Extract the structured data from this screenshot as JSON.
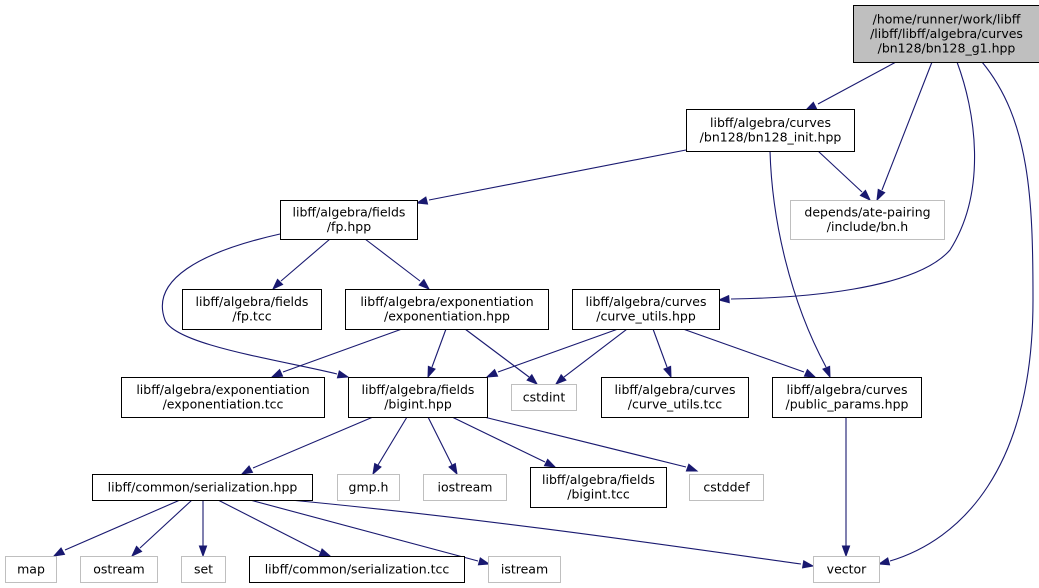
{
  "colors": {
    "edge": "#191970",
    "root_fill": "#bfbfbf",
    "missing_border": "#bfbfbf",
    "node_border": "#000000"
  },
  "nodes": [
    {
      "id": "bn128_g1",
      "kind": "root",
      "lines": [
        "/home/runner/work/libff",
        "/libff/libff/algebra/curves",
        "/bn128/bn128_g1.hpp"
      ]
    },
    {
      "id": "bn128_init",
      "kind": "normal",
      "lines": [
        "libff/algebra/curves",
        "/bn128/bn128_init.hpp"
      ]
    },
    {
      "id": "fp",
      "kind": "normal",
      "lines": [
        "libff/algebra/fields",
        "/fp.hpp"
      ]
    },
    {
      "id": "bn_h",
      "kind": "missing",
      "lines": [
        "depends/ate-pairing",
        "/include/bn.h"
      ]
    },
    {
      "id": "fp_tcc",
      "kind": "normal",
      "lines": [
        "libff/algebra/fields",
        "/fp.tcc"
      ]
    },
    {
      "id": "exp_hpp",
      "kind": "normal",
      "lines": [
        "libff/algebra/exponentiation",
        "/exponentiation.hpp"
      ]
    },
    {
      "id": "curve_utils",
      "kind": "normal",
      "lines": [
        "libff/algebra/curves",
        "/curve_utils.hpp"
      ]
    },
    {
      "id": "exp_tcc",
      "kind": "normal",
      "lines": [
        "libff/algebra/exponentiation",
        "/exponentiation.tcc"
      ]
    },
    {
      "id": "bigint",
      "kind": "normal",
      "lines": [
        "libff/algebra/fields",
        "/bigint.hpp"
      ]
    },
    {
      "id": "cstdint",
      "kind": "missing",
      "lines": [
        "cstdint"
      ]
    },
    {
      "id": "curve_utils_tcc",
      "kind": "normal",
      "lines": [
        "libff/algebra/curves",
        "/curve_utils.tcc"
      ]
    },
    {
      "id": "public_params",
      "kind": "normal",
      "lines": [
        "libff/algebra/curves",
        "/public_params.hpp"
      ]
    },
    {
      "id": "serialization",
      "kind": "normal",
      "lines": [
        "libff/common/serialization.hpp"
      ]
    },
    {
      "id": "gmp",
      "kind": "missing",
      "lines": [
        "gmp.h"
      ]
    },
    {
      "id": "iostream",
      "kind": "missing",
      "lines": [
        "iostream"
      ]
    },
    {
      "id": "bigint_tcc",
      "kind": "normal",
      "lines": [
        "libff/algebra/fields",
        "/bigint.tcc"
      ]
    },
    {
      "id": "cstddef",
      "kind": "missing",
      "lines": [
        "cstddef"
      ]
    },
    {
      "id": "map",
      "kind": "missing",
      "lines": [
        "map"
      ]
    },
    {
      "id": "ostream",
      "kind": "missing",
      "lines": [
        "ostream"
      ]
    },
    {
      "id": "set",
      "kind": "missing",
      "lines": [
        "set"
      ]
    },
    {
      "id": "serialization_tcc",
      "kind": "normal",
      "lines": [
        "libff/common/serialization.tcc"
      ]
    },
    {
      "id": "istream",
      "kind": "missing",
      "lines": [
        "istream"
      ]
    },
    {
      "id": "vector",
      "kind": "missing",
      "lines": [
        "vector"
      ]
    }
  ],
  "edges": [
    [
      "bn128_g1",
      "bn128_init"
    ],
    [
      "bn128_g1",
      "bn_h"
    ],
    [
      "bn128_g1",
      "curve_utils"
    ],
    [
      "bn128_g1",
      "vector"
    ],
    [
      "bn128_init",
      "fp"
    ],
    [
      "bn128_init",
      "bn_h"
    ],
    [
      "bn128_init",
      "public_params"
    ],
    [
      "fp",
      "fp_tcc"
    ],
    [
      "fp",
      "exp_hpp"
    ],
    [
      "fp",
      "bigint"
    ],
    [
      "exp_hpp",
      "exp_tcc"
    ],
    [
      "exp_hpp",
      "bigint"
    ],
    [
      "exp_hpp",
      "cstdint"
    ],
    [
      "curve_utils",
      "bigint"
    ],
    [
      "curve_utils",
      "cstdint"
    ],
    [
      "curve_utils",
      "curve_utils_tcc"
    ],
    [
      "curve_utils",
      "public_params"
    ],
    [
      "public_params",
      "vector"
    ],
    [
      "bigint",
      "serialization"
    ],
    [
      "bigint",
      "gmp"
    ],
    [
      "bigint",
      "iostream"
    ],
    [
      "bigint",
      "bigint_tcc"
    ],
    [
      "bigint",
      "cstddef"
    ],
    [
      "serialization",
      "map"
    ],
    [
      "serialization",
      "ostream"
    ],
    [
      "serialization",
      "set"
    ],
    [
      "serialization",
      "serialization_tcc"
    ],
    [
      "serialization",
      "istream"
    ],
    [
      "serialization",
      "vector"
    ]
  ]
}
